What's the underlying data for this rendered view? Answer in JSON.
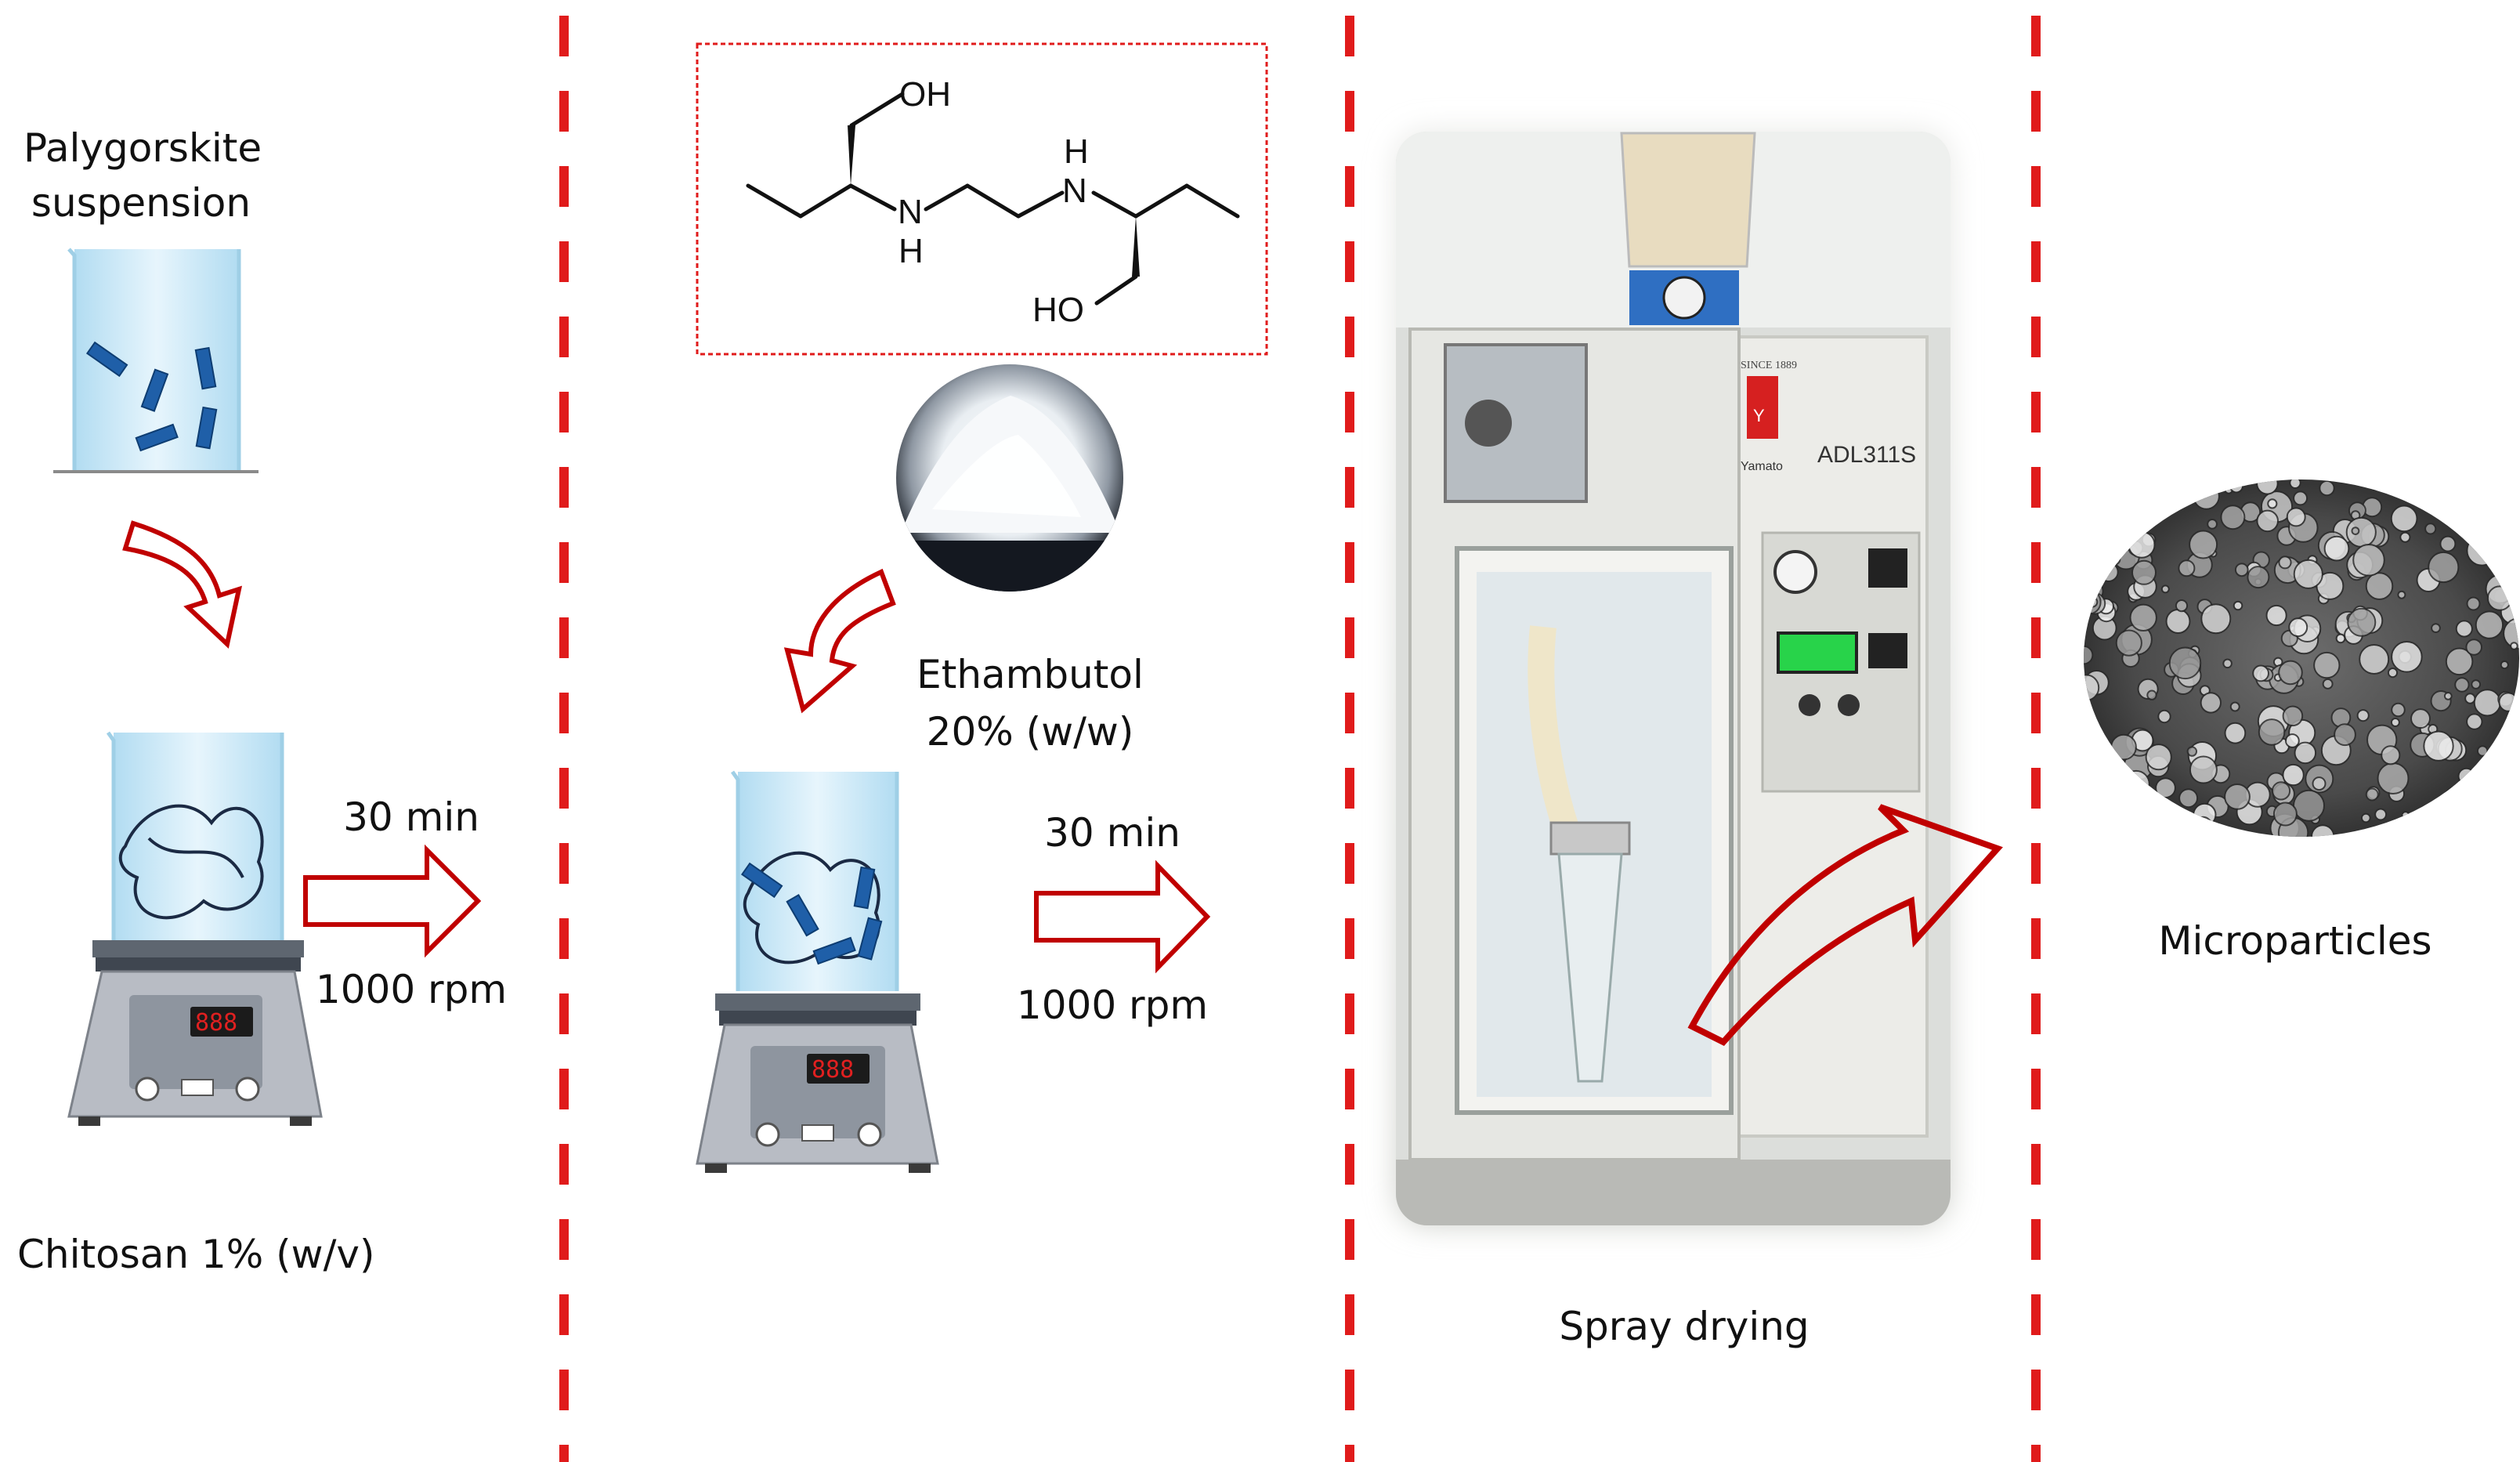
{
  "labels": {
    "palygorskite_line1": "Palygorskite",
    "palygorskite_line2": "suspension",
    "chitosan": "Chitosan 1% (w/v)",
    "time_1": "30 min",
    "speed_1": "1000 rpm",
    "ethambutol_line1": "Ethambutol",
    "ethambutol_line2": "20% (w/w)",
    "time_2": "30 min",
    "speed_2": "1000 rpm",
    "spray_drying": "Spray drying",
    "microparticles": "Microparticles"
  },
  "structure": {
    "oh_top": "OH",
    "nh_right_h": "H",
    "nh_right_n": "N",
    "nh_left_n": "N",
    "nh_left_h": "H",
    "ho_bottom": "HO"
  },
  "equipment": {
    "brand": "Yamato",
    "model": "ADL311S",
    "since": "SINCE 1889"
  },
  "colors": {
    "divider": "#e01b1b",
    "arrow_stroke": "#c00000",
    "beaker_liquid": "#bfe3f5",
    "palygorskite_rod": "#1f5fa8",
    "stirrer_body": "#b8bcc4"
  },
  "icons": {
    "beaker": "beaker-icon",
    "stirrer": "magnetic-stirrer-icon",
    "arrow": "hollow-arrow-icon",
    "photo": "spray-dryer-photo"
  }
}
